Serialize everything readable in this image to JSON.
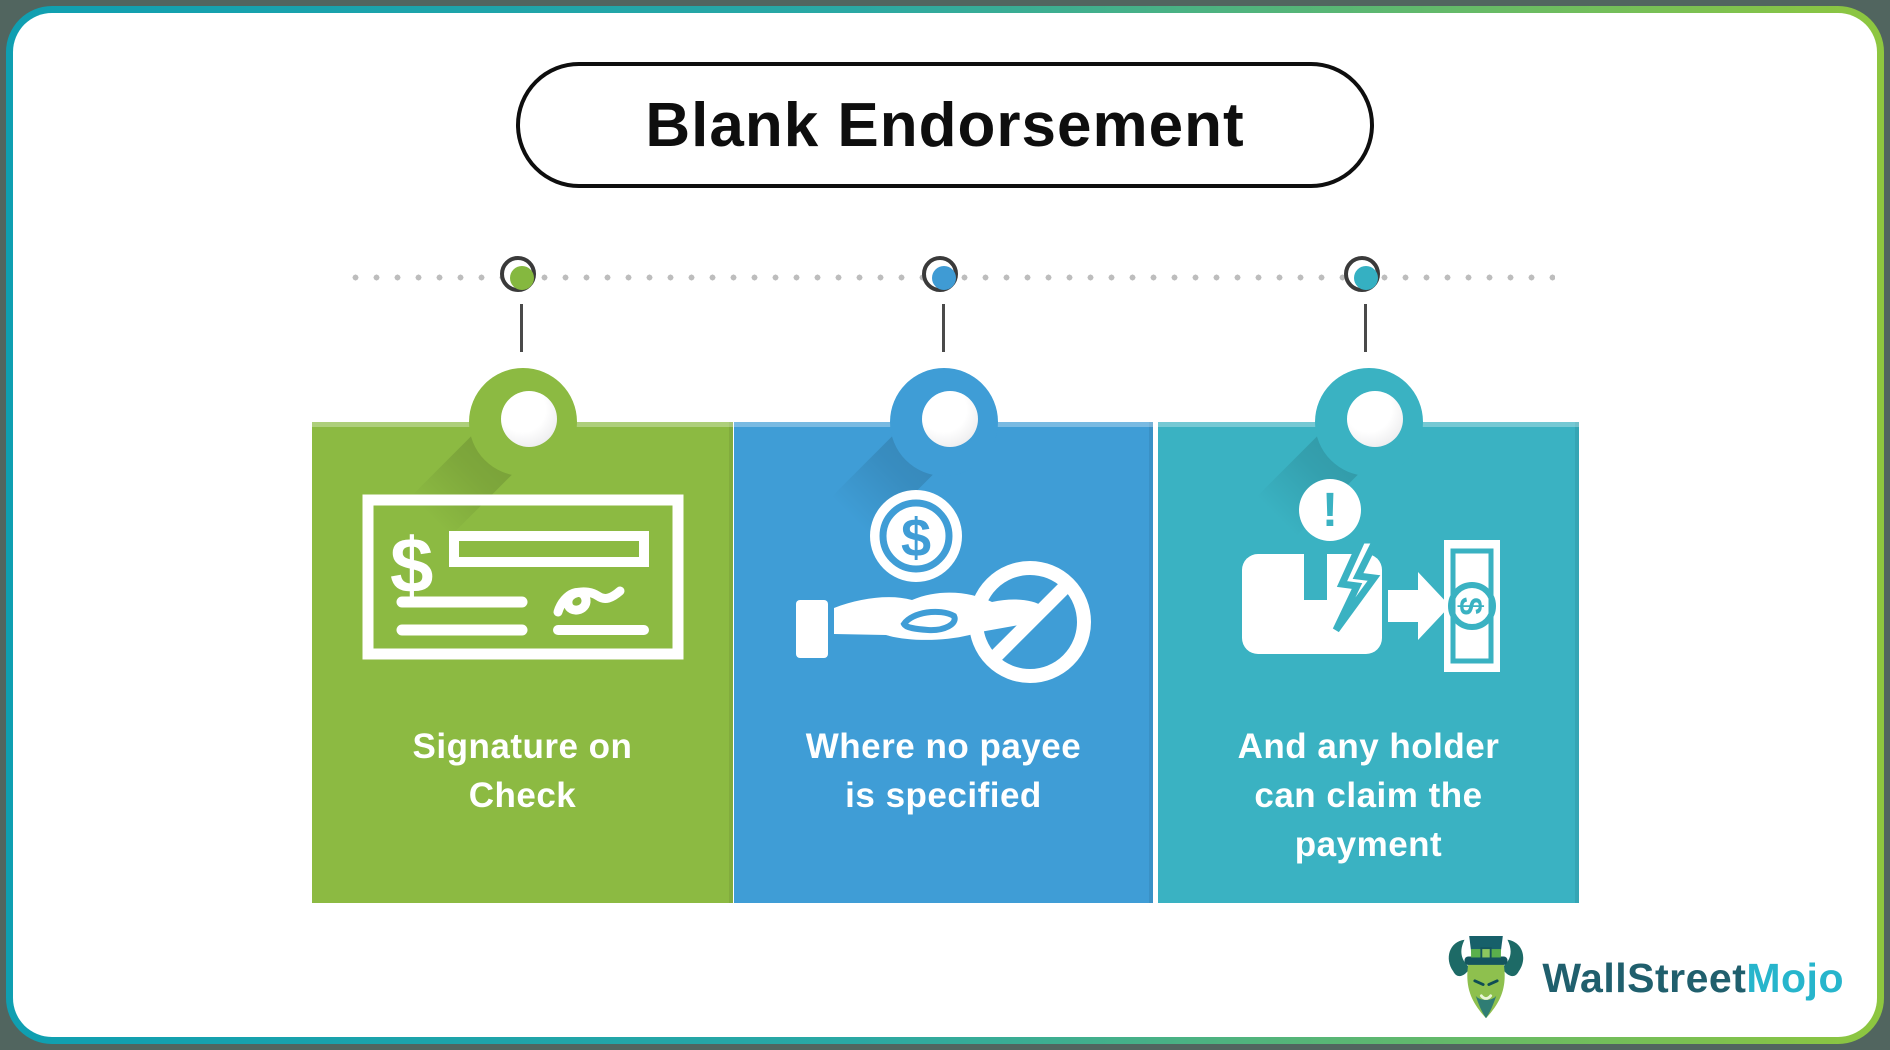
{
  "title": "Blank Endorsement",
  "steps": [
    {
      "label": "Signature on\nCheck",
      "icon": "check-icon",
      "color": "#8cba42"
    },
    {
      "label": "Where no payee\nis specified",
      "icon": "coin-hand-prohibited-icon",
      "color": "#3f9dd6"
    },
    {
      "label": "And any holder\ncan claim the\npayment",
      "icon": "package-to-cash-icon",
      "color": "#3ab2c2"
    }
  ],
  "timeline": {
    "marker_colors": [
      "#85b83f",
      "#3f9bd4",
      "#35b0c2"
    ],
    "dot_color": "#bdbdbd",
    "ring_color": "#3a3a3a"
  },
  "frame": {
    "gradient_start": "#0f9fb1",
    "gradient_end": "#8ec63f"
  },
  "brand": {
    "primary": "WallStreet",
    "secondary": "Mojo",
    "primary_color": "#205f6d",
    "secondary_color": "#27b5cc"
  }
}
